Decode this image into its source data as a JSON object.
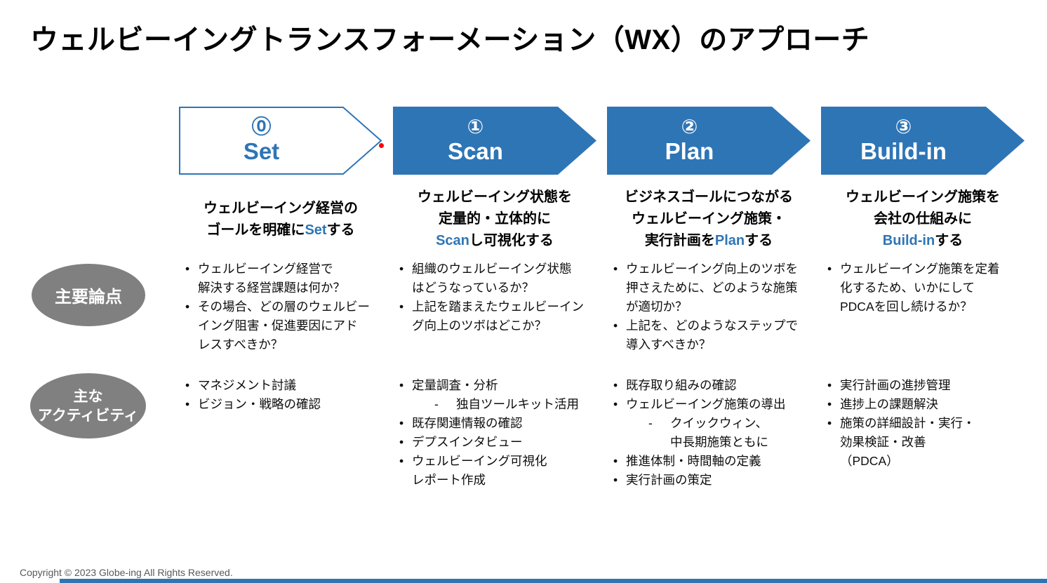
{
  "title": "ウェルビーイングトランスフォーメーション（WX）のアプローチ",
  "row_labels": {
    "issues": "主要論点",
    "activities": "主な\nアクティビティ"
  },
  "columns": [
    {
      "number": "⓪",
      "name": "Set",
      "style": "outline",
      "subtitle_lines": [
        [
          {
            "t": "ウェルビーイング経営の"
          }
        ],
        [
          {
            "t": "ゴールを明確に"
          },
          {
            "t": "Set",
            "accent": true
          },
          {
            "t": "する"
          }
        ]
      ],
      "issues": [
        {
          "level": 1,
          "text": "ウェルビーイング経営で\n解決する経営課題は何か？"
        },
        {
          "level": 1,
          "text": "その場合、どの層のウェルビー\nイング阻害・促進要因にアド\nレスすべきか？"
        }
      ],
      "activities": [
        {
          "level": 1,
          "text": "マネジメント討議"
        },
        {
          "level": 1,
          "text": "ビジョン・戦略の確認"
        }
      ]
    },
    {
      "number": "①",
      "name": "Scan",
      "style": "filled",
      "subtitle_lines": [
        [
          {
            "t": "ウェルビーイング状態を"
          }
        ],
        [
          {
            "t": "定量的・立体的に"
          }
        ],
        [
          {
            "t": "Scan",
            "accent": true
          },
          {
            "t": "し可視化する"
          }
        ]
      ],
      "issues": [
        {
          "level": 1,
          "text": "組織のウェルビーイング状態\nはどうなっているか？"
        },
        {
          "level": 1,
          "text": "上記を踏まえたウェルビーイン\nグ向上のツボはどこか？"
        }
      ],
      "activities": [
        {
          "level": 1,
          "text": "定量調査・分析"
        },
        {
          "level": 2,
          "text": "独自ツールキット活用"
        },
        {
          "level": 1,
          "text": "既存関連情報の確認"
        },
        {
          "level": 1,
          "text": "デプスインタビュー"
        },
        {
          "level": 1,
          "text": "ウェルビーイング可視化\nレポート作成"
        }
      ]
    },
    {
      "number": "②",
      "name": "Plan",
      "style": "filled",
      "subtitle_lines": [
        [
          {
            "t": "ビジネスゴールにつながる"
          }
        ],
        [
          {
            "t": "ウェルビーイング施策・"
          }
        ],
        [
          {
            "t": "実行計画を"
          },
          {
            "t": "Plan",
            "accent": true
          },
          {
            "t": "する"
          }
        ]
      ],
      "issues": [
        {
          "level": 1,
          "text": "ウェルビーイング向上のツボを\n押さえために、どのような施策\nが適切か？"
        },
        {
          "level": 1,
          "text": "上記を、どのようなステップで\n導入すべきか？"
        }
      ],
      "activities": [
        {
          "level": 1,
          "text": "既存取り組みの確認"
        },
        {
          "level": 1,
          "text": "ウェルビーイング施策の導出"
        },
        {
          "level": 2,
          "text": "クイックウィン、\n中長期施策ともに"
        },
        {
          "level": 1,
          "text": "推進体制・時間軸の定義"
        },
        {
          "level": 1,
          "text": "実行計画の策定"
        }
      ]
    },
    {
      "number": "③",
      "name": "Build-in",
      "style": "filled",
      "subtitle_lines": [
        [
          {
            "t": "ウェルビーイング施策を"
          }
        ],
        [
          {
            "t": "会社の仕組みに"
          }
        ],
        [
          {
            "t": "Build-in",
            "accent": true
          },
          {
            "t": "する"
          }
        ]
      ],
      "issues": [
        {
          "level": 1,
          "text": "ウェルビーイング施策を定着\n化するため、いかにして\nPDCAを回し続けるか？"
        }
      ],
      "activities": [
        {
          "level": 1,
          "text": "実行計画の進捗管理"
        },
        {
          "level": 1,
          "text": "進捗上の課題解決"
        },
        {
          "level": 1,
          "text": "施策の詳細設計・実行・\n効果検証・改善\n（PDCA）"
        }
      ]
    }
  ],
  "footer": {
    "copyright_prefix": "Copyright © 2023 Globe-",
    "copyright_wavy": "ing",
    "copyright_suffix": " All Rights Reserved."
  },
  "colors": {
    "accent": "#2E75B6",
    "ellipse_gray": "#808080",
    "copyright_gray": "#595959",
    "red_dot": "#FF0000"
  }
}
